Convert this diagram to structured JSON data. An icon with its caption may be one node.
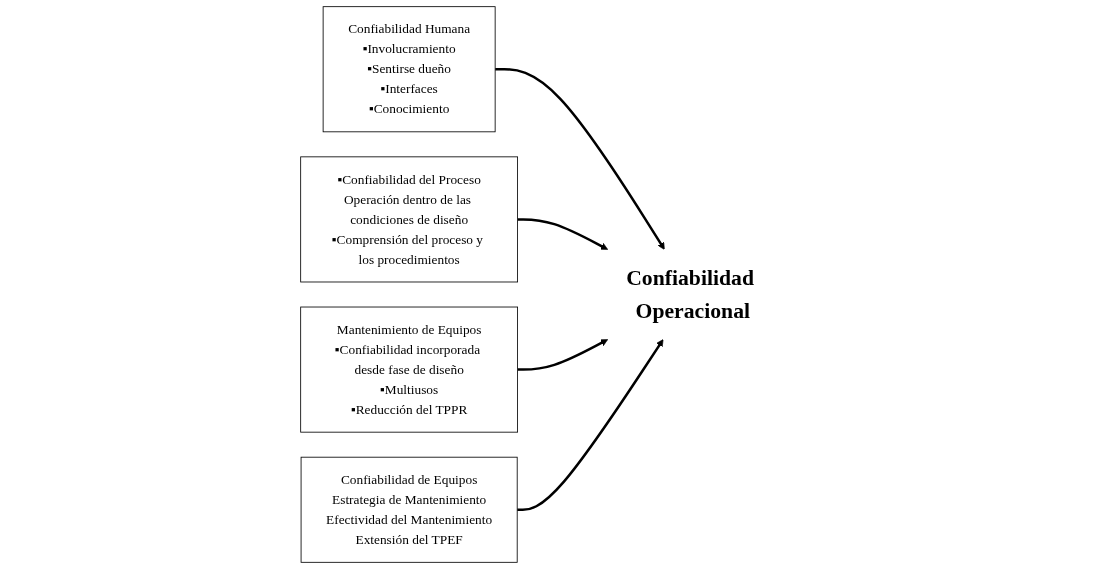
{
  "diagram": {
    "nodes": [
      {
        "text": [
          "Confiabilidad Humana",
          "▪Involucramiento",
          "▪Sentirse dueño",
          "▪Interfaces",
          "▪Conocimiento"
        ]
      },
      {
        "text": [
          "▪Confiabilidad del Proceso",
          "Operación dentro de las condiciones de diseño",
          "▪Comprensión del proceso y los procedimientos"
        ]
      },
      {
        "text": [
          "Mantenimiento de Equipos",
          "▪Confiabilidad incorporada desde fase de diseño",
          "▪Multiusos",
          "▪Reducción del TPPR"
        ]
      },
      {
        "text": [
          "Confiabilidad de Equipos",
          "Estrategia de Mantenimiento",
          "Efectividad del Mantenimiento",
          "Extensión del TPEF"
        ]
      },
      {
        "text": [
          "Confiabilidad Operacional"
        ]
      }
    ],
    "edges": [
      {
        "from": 0,
        "to": 4,
        "arrow": "to"
      },
      {
        "from": 1,
        "to": 4,
        "arrow": "to"
      },
      {
        "from": 2,
        "to": 4,
        "arrow": "to"
      },
      {
        "from": 3,
        "to": 4,
        "arrow": "to"
      }
    ]
  }
}
